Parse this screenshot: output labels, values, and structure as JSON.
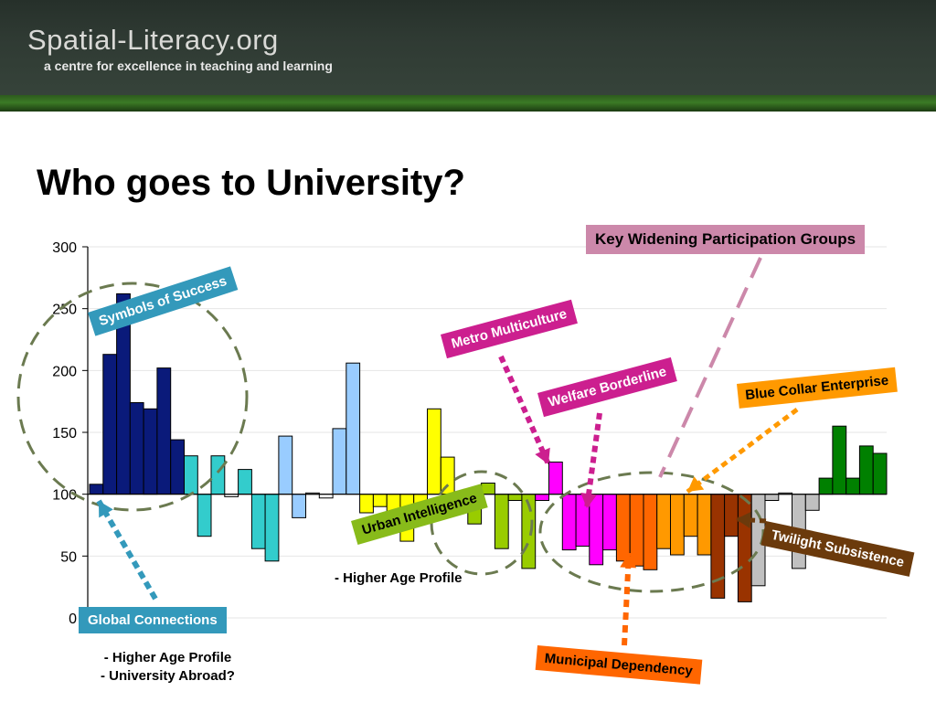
{
  "header": {
    "brand": "Spatial-Literacy.org",
    "tagline": "a centre for excellence in teaching and learning"
  },
  "slide": {
    "title": "Who goes to University?"
  },
  "labels": {
    "key_groups": "Key Widening Participation Groups",
    "symbols_of_success": "Symbols of Success",
    "metro_multiculture": "Metro Multiculture",
    "welfare_borderline": "Welfare Borderline",
    "blue_collar_enterprise": "Blue Collar Enterprise",
    "urban_intelligence": "Urban Intelligence",
    "twilight_subsistence": "Twilight Subsistence",
    "municipal_dependency": "Municipal Dependency",
    "global_connections": "Global Connections",
    "higher_age_profile_mid": "- Higher Age Profile",
    "higher_age_profile": "- Higher Age Profile",
    "university_abroad": "- University Abroad?"
  },
  "colors": {
    "symbols": "#0a1a7a",
    "global": "#33cccc",
    "lightblue": "#99ccff",
    "white": "#ffffff",
    "yellow": "#ffff00",
    "urban": "#99cc00",
    "magenta": "#ff00ff",
    "orange_red": "#ff6600",
    "orange": "#ff9900",
    "brown": "#993300",
    "gray": "#c0c0c0",
    "green": "#008000",
    "key_box": "#cc88aa",
    "circle": "#6b7a50"
  },
  "chart_data": {
    "type": "bar",
    "baseline": 100,
    "ylim": [
      0,
      300
    ],
    "yticks": [
      "0",
      "50",
      "100",
      "150",
      "200",
      "250",
      "300"
    ],
    "grid": true,
    "values": [
      108,
      213,
      262,
      174,
      169,
      202,
      144,
      131,
      66,
      131,
      98,
      120,
      56,
      46,
      147,
      81,
      101,
      97,
      153,
      206,
      85,
      90,
      78,
      62,
      87,
      169,
      130,
      87,
      76,
      109,
      56,
      95,
      40,
      95,
      126,
      55,
      58,
      43,
      55,
      46,
      42,
      39,
      56,
      51,
      66,
      51,
      16,
      66,
      13,
      26,
      95,
      101,
      40,
      87,
      113,
      155,
      113,
      139,
      133
    ],
    "colors": [
      "#0a1a7a",
      "#0a1a7a",
      "#0a1a7a",
      "#0a1a7a",
      "#0a1a7a",
      "#0a1a7a",
      "#0a1a7a",
      "#33cccc",
      "#33cccc",
      "#33cccc",
      "#ffffff",
      "#33cccc",
      "#33cccc",
      "#33cccc",
      "#99ccff",
      "#99ccff",
      "#ffffff",
      "#ffffff",
      "#99ccff",
      "#99ccff",
      "#ffff00",
      "#ffff00",
      "#ffff00",
      "#ffff00",
      "#ffff00",
      "#ffff00",
      "#ffff00",
      "#ffffff",
      "#99cc00",
      "#99cc00",
      "#99cc00",
      "#99cc00",
      "#99cc00",
      "#ff00ff",
      "#ff00ff",
      "#ff00ff",
      "#ff00ff",
      "#ff00ff",
      "#ff00ff",
      "#ff6600",
      "#ff6600",
      "#ff6600",
      "#ff9900",
      "#ff9900",
      "#ff9900",
      "#ff9900",
      "#993300",
      "#993300",
      "#993300",
      "#c0c0c0",
      "#c0c0c0",
      "#ffffff",
      "#c0c0c0",
      "#c0c0c0",
      "#008000",
      "#008000",
      "#008000",
      "#008000",
      "#008000"
    ]
  }
}
